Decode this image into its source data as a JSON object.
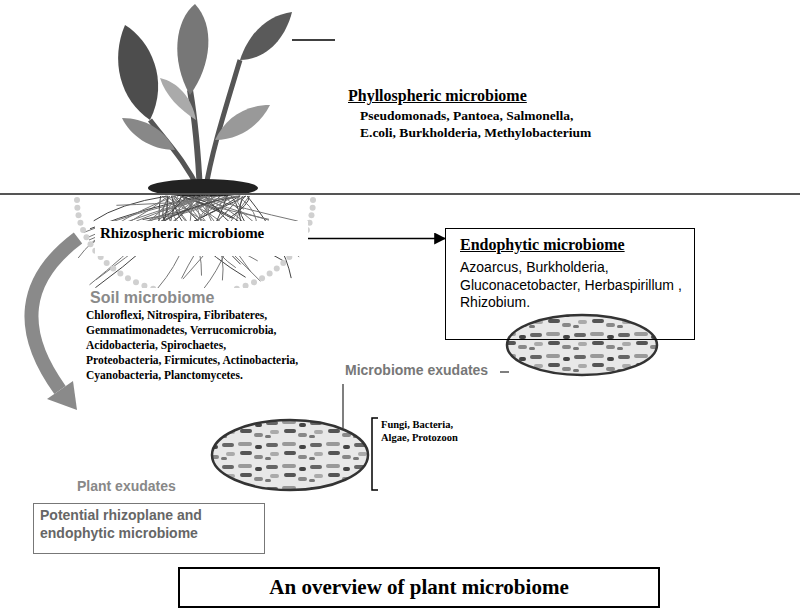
{
  "diagram": {
    "caption": "An overview of plant microbiome",
    "nodes": [
      {
        "text": [
          "Rhizospheric microbiome"
        ]
      },
      {
        "text": [
          "Endophytic microbiome",
          "Azoarcus, Burkholderia, Gluconacetobacter, Herbaspirillum , Rhizobium."
        ]
      },
      {
        "text": [
          "Potential rhizoplane and endophytic microbiome"
        ]
      }
    ],
    "edges": [
      {
        "from": 0,
        "to": 1,
        "arrow": "to"
      }
    ],
    "labels": [
      "Phyllospheric microbiome",
      "Pseudomonads, Pantoea, Salmonella, E.coli, Burkholderia, Methylobacterium",
      "Soil microbiome",
      "Chloroflexi, Nitrospira, Fibribateres, Gemmatimonadetes, Verrucomicrobia, Acidobacteria, Spirochaetes, Proteobacteria, Firmicutes, Actinobacteria, Cyanobacteria, Planctomycetes.",
      "Microbiome exudates",
      "Fungi, Bacteria, Algae, Protozoon",
      "Plant exudates"
    ]
  }
}
